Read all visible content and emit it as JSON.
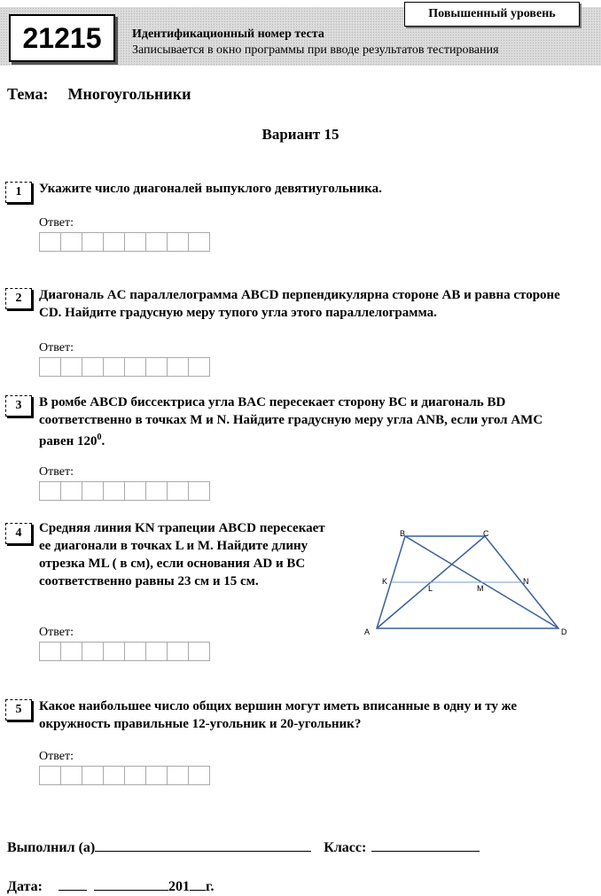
{
  "header": {
    "test_id": "21215",
    "id_title": "Идентификационный номер теста",
    "id_subtitle": "Записывается в окно программы при вводе результатов тестирования",
    "level": "Повышенный уровень"
  },
  "topic_label": "Тема:",
  "topic": "Многоугольники",
  "variant": "Вариант  15",
  "answer_label": "Ответ:",
  "questions": [
    {
      "num": "1",
      "text": "Укажите число диагоналей выпуклого девятиугольника."
    },
    {
      "num": "2",
      "text": "Диагональ AC параллелограмма ABCD перпендикулярна стороне AB и равна стороне CD. Найдите градусную меру тупого угла этого параллелограмма."
    },
    {
      "num": "3",
      "text": "В ромбе ABCD биссектриса угла BAC пересекает сторону BC и диагональ BD соответственно в точках M и N. Найдите градусную меру угла ANB, если угол AMC равен 120",
      "sup": "0",
      "tail": "."
    },
    {
      "num": "4",
      "text": "Средняя линия KN трапеции ABCD пересекает ее диагонали в точках L и M. Найдите длину отрезка ML ( в см), если основания AD и BC соответственно равны 23 см и 15 см."
    },
    {
      "num": "5",
      "text": "Какое наибольшее число общих вершин могут иметь вписанные в одну и ту же окружность правильные 12-угольник и 20-угольник?"
    }
  ],
  "figure_labels": {
    "A": "A",
    "B": "B",
    "C": "C",
    "D": "D",
    "K": "K",
    "L": "L",
    "M": "M",
    "N": "N"
  },
  "colors": {
    "figure_line": "#3a5f9e"
  },
  "footer": {
    "done_by": "Выполнил (а)",
    "class_label": "Класс:",
    "date_label": "Дата:",
    "year_prefix": "201",
    "year_suffix": "г."
  }
}
